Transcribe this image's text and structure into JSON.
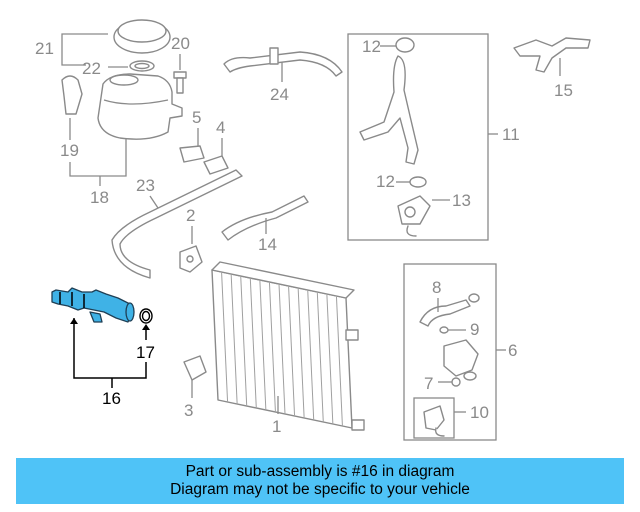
{
  "diagram": {
    "highlight_color": "#3fb2e6",
    "callouts": {
      "c1": "1",
      "c2": "2",
      "c3": "3",
      "c4": "4",
      "c5": "5",
      "c6": "6",
      "c7": "7",
      "c8": "8",
      "c9": "9",
      "c10": "10",
      "c11": "11",
      "c12a": "12",
      "c12b": "12",
      "c13": "13",
      "c14": "14",
      "c15": "15",
      "c16": "16",
      "c17": "17",
      "c18": "18",
      "c19": "19",
      "c20": "20",
      "c21": "21",
      "c22": "22",
      "c23": "23",
      "c24": "24"
    }
  },
  "banner": {
    "line1": "Part or sub-assembly is #16 in diagram",
    "line2": "Diagram may not be specific to your vehicle",
    "color": "#4fc3f7"
  }
}
